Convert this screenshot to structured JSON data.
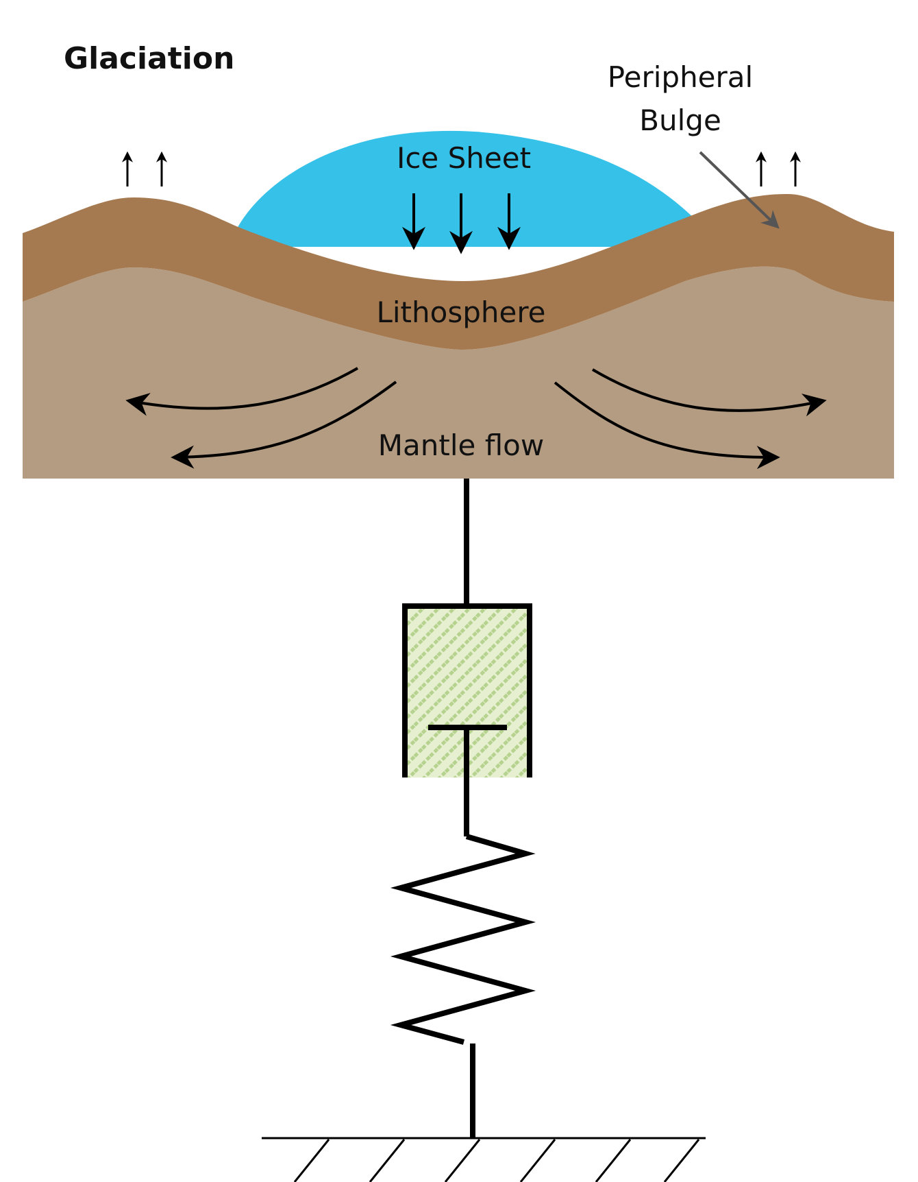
{
  "title": "Glaciation",
  "labels": {
    "ice_sheet": "Ice Sheet",
    "peripheral_bulge_line1": "Peripheral",
    "peripheral_bulge_line2": "Bulge",
    "lithosphere": "Lithosphere",
    "mantle_flow": "Mantle flow"
  },
  "colors": {
    "ice": "#35c1e8",
    "lithosphere": "#a67a51",
    "mantle": "#b39c82",
    "dashpot_fill": "#e6efcf",
    "dashpot_hatch": "#b6d28f",
    "pointer": "#555555"
  }
}
